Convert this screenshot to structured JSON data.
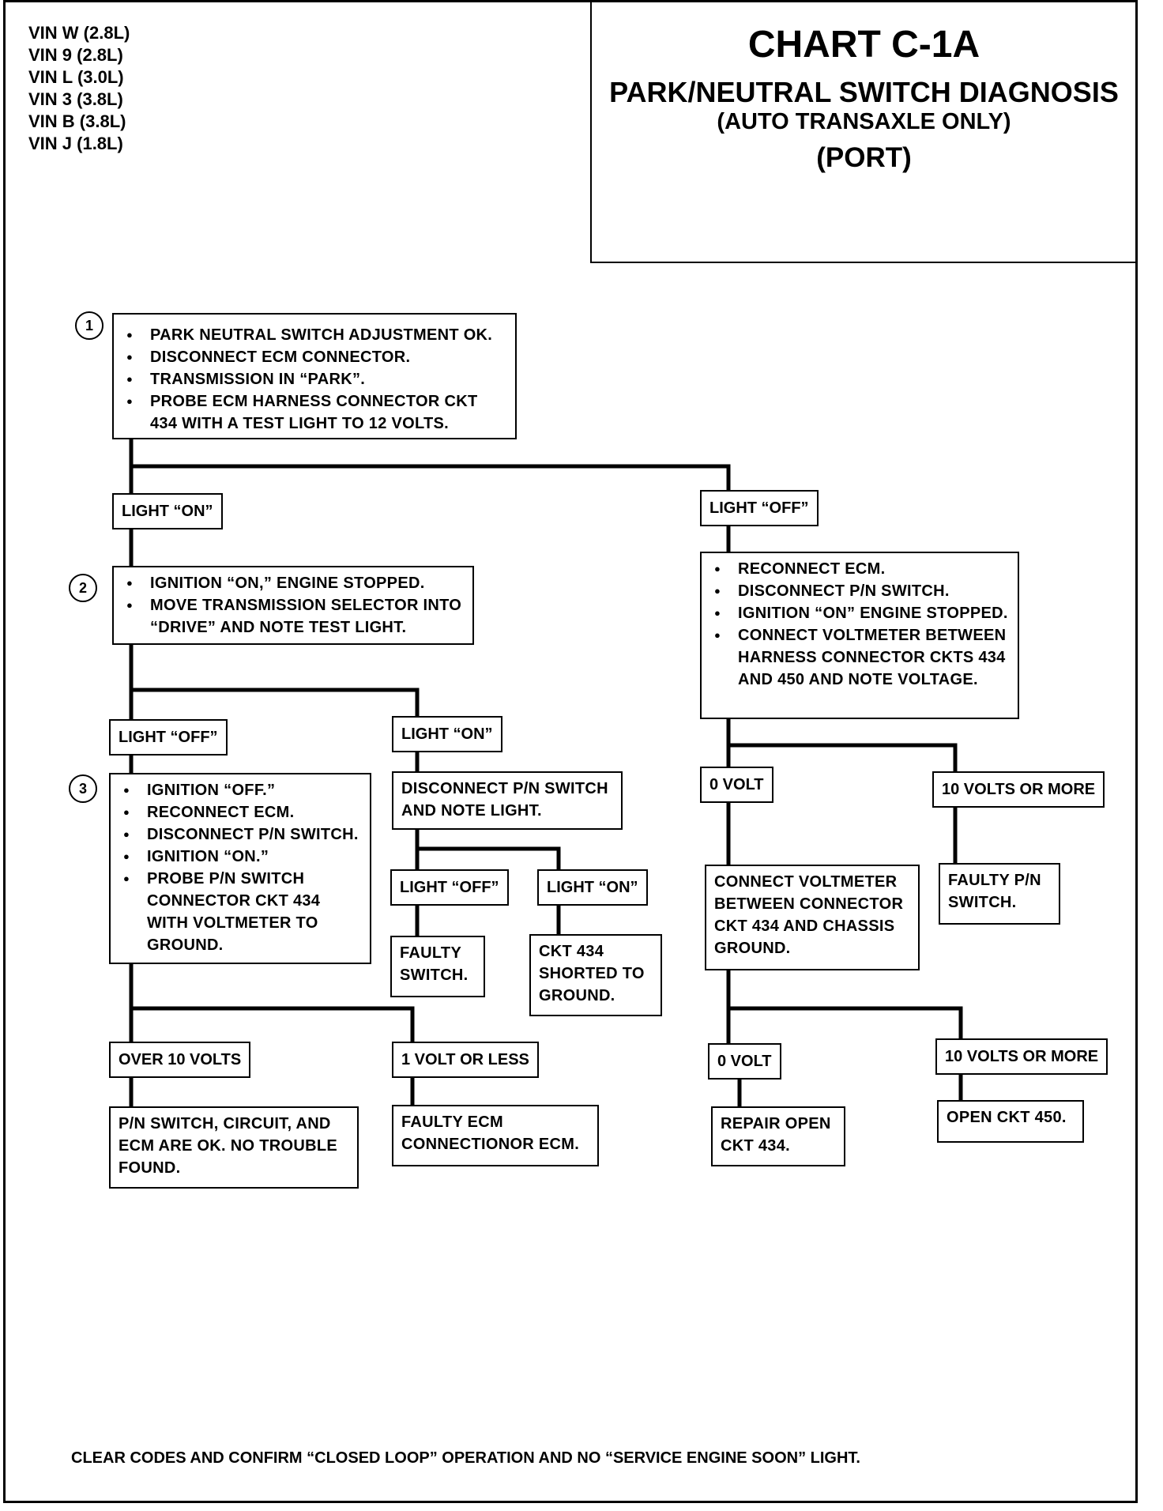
{
  "vin_list": [
    "VIN W (2.8L)",
    "VIN 9 (2.8L)",
    "VIN L (3.0L)",
    "VIN 3 (3.8L)",
    "VIN B (3.8L)",
    "VIN J (1.8L)"
  ],
  "title": {
    "chart": "CHART C-1A",
    "name": "PARK/NEUTRAL SWITCH DIAGNOSIS",
    "scope": "(AUTO TRANSAXLE ONLY)",
    "variant": "(PORT)"
  },
  "steps": {
    "s1": {
      "number": "1",
      "items": [
        "PARK NEUTRAL SWITCH ADJUSTMENT OK.",
        "DISCONNECT ECM CONNECTOR.",
        "TRANSMISSION IN “PARK”.",
        "PROBE ECM HARNESS CONNECTOR CKT 434 WITH A TEST LIGHT TO 12 VOLTS."
      ]
    },
    "s2": {
      "number": "2",
      "items": [
        "IGNITION “ON,” ENGINE STOPPED.",
        "MOVE TRANSMISSION SELECTOR INTO “DRIVE” AND NOTE TEST LIGHT."
      ]
    },
    "s3": {
      "number": "3",
      "items": [
        "IGNITION “OFF.”",
        "RECONNECT ECM.",
        "DISCONNECT P/N SWITCH.",
        "IGNITION “ON.”",
        "PROBE P/N SWITCH CONNECTOR CKT 434 WITH VOLTMETER TO GROUND."
      ]
    },
    "r1": {
      "items": [
        "RECONNECT ECM.",
        "DISCONNECT P/N SWITCH.",
        "IGNITION “ON” ENGINE STOPPED.",
        "CONNECT VOLTMETER BETWEEN HARNESS CONNECTOR CKTS 434 AND 450 AND NOTE VOLTAGE."
      ]
    }
  },
  "labels": {
    "l1_on": "LIGHT “ON”",
    "l1_off": "LIGHT “OFF”",
    "l2_off": "LIGHT “OFF”",
    "l2_on": "LIGHT “ON”",
    "l3_off": "LIGHT “OFF”",
    "l3_on": "LIGHT “ON”",
    "over10": "OVER 10 VOLTS",
    "one_volt": "1 VOLT OR LESS",
    "r_0volt_a": "0 VOLT",
    "r_10v_a": "10 VOLTS OR MORE",
    "r_0volt_b": "0 VOLT",
    "r_10v_b": "10 VOLTS OR MORE"
  },
  "results": {
    "disconnect_pn": "DISCONNECT P/N SWITCH AND NOTE LIGHT.",
    "faulty_switch": "FAULTY SWITCH.",
    "ckt434_shorted": "CKT 434 SHORTED TO GROUND.",
    "no_trouble": "P/N SWITCH, CIRCUIT, AND ECM ARE OK.  NO TROUBLE FOUND.",
    "faulty_ecm": "FAULTY ECM CONNECTIONOR ECM.",
    "connect_voltmeter": "CONNECT VOLTMETER BETWEEN CONNECTOR CKT 434 AND CHASSIS GROUND.",
    "faulty_pn": "FAULTY P/N SWITCH.",
    "repair_open": "REPAIR OPEN CKT 434.",
    "open_450": "OPEN CKT 450."
  },
  "footer": "CLEAR CODES AND CONFIRM  “CLOSED LOOP” OPERATION AND NO “SERVICE ENGINE SOON” LIGHT."
}
